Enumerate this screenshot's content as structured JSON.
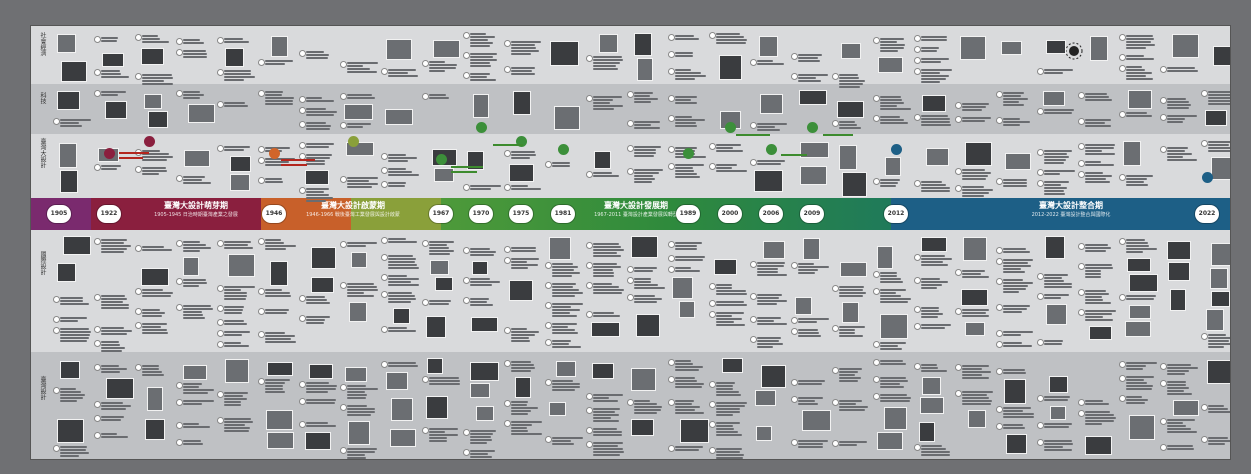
{
  "rows": [
    {
      "key": "row1",
      "label": "社會經濟"
    },
    {
      "key": "row2",
      "label": "科技"
    },
    {
      "key": "row3",
      "label": "臺灣大設計"
    },
    {
      "key": "row4",
      "label": "國際設計"
    },
    {
      "key": "row5",
      "label": "臺灣設計"
    }
  ],
  "eras": [
    {
      "title": "臺灣大設計萌芽期",
      "subtitle": "1905-1945 日治時期臺灣產業之發展",
      "color": "#8a1f3e"
    },
    {
      "title": "臺灣大設計啟蒙期",
      "subtitle": "1946-1966 戰後臺灣工業發展與設計啟蒙",
      "color": "#b85a1e"
    },
    {
      "title": "臺灣大設計發展期",
      "subtitle": "1967-2011 臺灣設計產業發展與轉型",
      "color": "#2f8a3c"
    },
    {
      "title": "臺灣大設計整合期",
      "subtitle": "2012-2022 臺灣設計整合與國際化",
      "color": "#1d6a8c"
    }
  ],
  "years": [
    "1905",
    "1922",
    "1946",
    "1967",
    "1970",
    "1975",
    "1981",
    "1989",
    "2000",
    "2006",
    "2009",
    "2012",
    "2022"
  ],
  "colors": {
    "purple": "#7a2a6e",
    "crimson": "#8a1f3e",
    "orange": "#d1652a",
    "olive": "#8aa03a",
    "green": "#3c8f3a",
    "teal": "#1d7a8a",
    "blue": "#1d5f86"
  }
}
